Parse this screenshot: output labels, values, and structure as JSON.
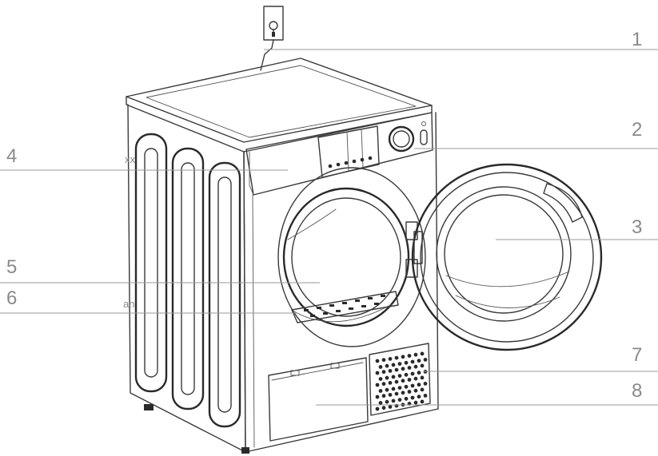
{
  "diagram": {
    "callouts": [
      {
        "id": "callout-1",
        "label": "1"
      },
      {
        "id": "callout-2",
        "label": "2"
      },
      {
        "id": "callout-3",
        "label": "3"
      },
      {
        "id": "callout-4",
        "label": "4"
      },
      {
        "id": "callout-5",
        "label": "5"
      },
      {
        "id": "callout-6",
        "label": "6"
      },
      {
        "id": "callout-7",
        "label": "7"
      },
      {
        "id": "callout-8",
        "label": "8"
      }
    ],
    "stray_text": [
      "xx",
      "an"
    ],
    "colors": {
      "outline": "#3a3a3a",
      "leader": "#9a9a9a",
      "number": "#8a8a8a"
    },
    "icons": [
      "power-socket-icon"
    ]
  }
}
